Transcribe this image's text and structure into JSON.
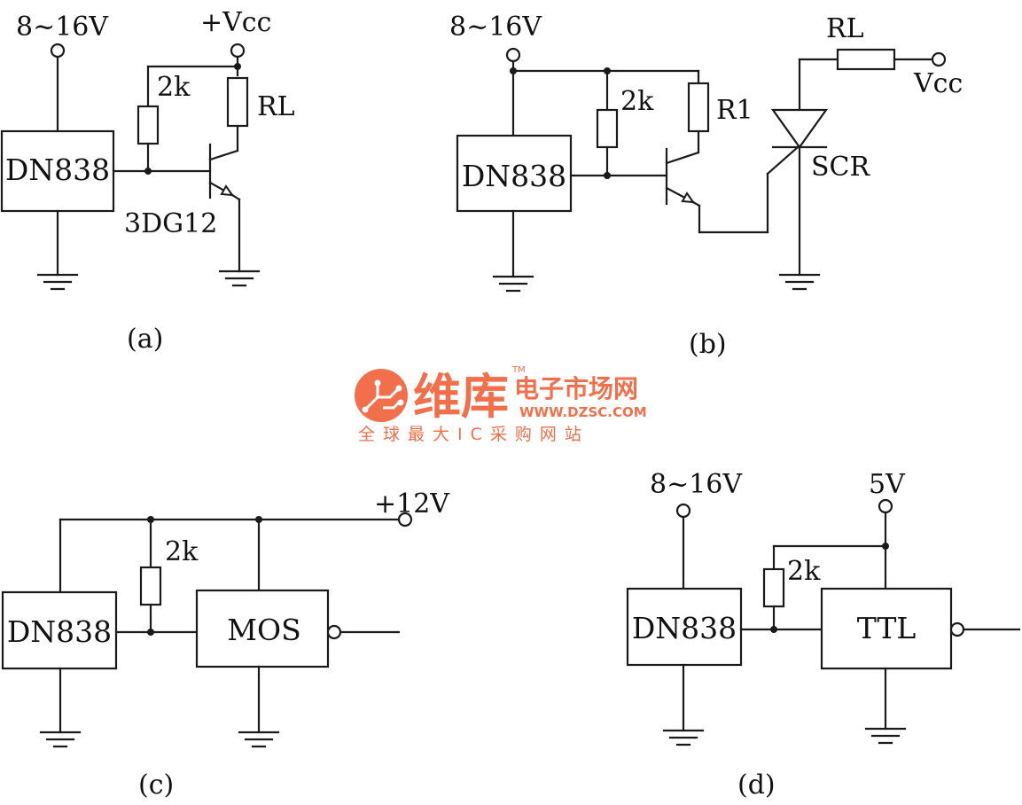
{
  "circuits": {
    "a": {
      "caption": "(a)",
      "supply": "8~16V",
      "vcc": "+Vcc",
      "resistor_pullup": "2k",
      "resistor_load": "RL",
      "ic": "DN838",
      "transistor": "3DG12"
    },
    "b": {
      "caption": "(b)",
      "supply": "8~16V",
      "resistor_pullup": "2k",
      "resistor_collector": "R1",
      "resistor_load": "RL",
      "vcc": "Vcc",
      "ic": "DN838",
      "thyristor": "SCR"
    },
    "c": {
      "caption": "(c)",
      "supply": "+12V",
      "resistor_pullup": "2k",
      "ic": "DN838",
      "gate": "MOS"
    },
    "d": {
      "caption": "(d)",
      "supply": "8~16V",
      "logic_supply": "5V",
      "resistor_pullup": "2k",
      "ic": "DN838",
      "gate": "TTL"
    }
  },
  "watermark": {
    "brand": "维库",
    "tm": "TM",
    "name": "电子市场网",
    "url": "WWW.DZSC.COM",
    "slogan": "全球最大IC采购网站",
    "color": "#f0643c"
  }
}
